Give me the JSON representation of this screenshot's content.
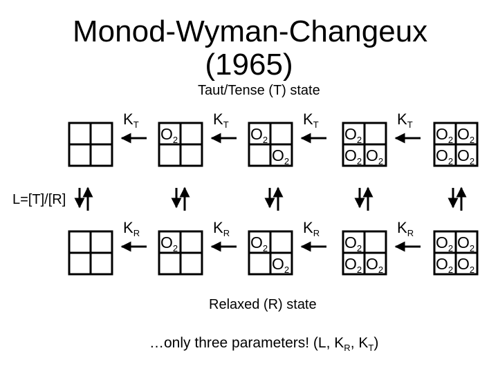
{
  "title_line1": "Monod-Wyman-Changeux",
  "title_line2": "(1965)",
  "t_state_label": "Taut/Tense (T) state",
  "r_state_label": "Relaxed (R) state",
  "l_label": "L=[T]/[R]",
  "k_t": {
    "main": "K",
    "sub": "T"
  },
  "k_r": {
    "main": "K",
    "sub": "R"
  },
  "o2": {
    "main": "O",
    "sub": "2"
  },
  "footer": {
    "prefix": "…only three parameters! (L, K",
    "sub_r": "R",
    "mid": ", K",
    "sub_t": "T",
    "suffix": ")"
  }
}
